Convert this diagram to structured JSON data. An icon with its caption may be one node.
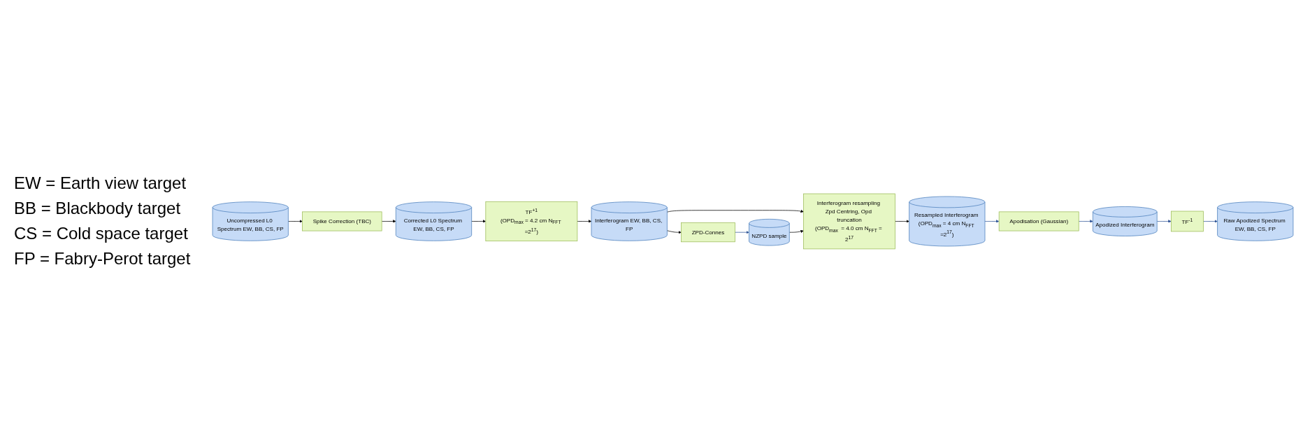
{
  "diagram": {
    "nodes": [
      {
        "text": [
          "Uncompressed L0 Spectrum EW, BB, CS, FP"
        ]
      },
      {
        "text": [
          "Spike Correction (TBC)"
        ]
      },
      {
        "text": [
          "Corrected L0 Spectrum EW, BB, CS, FP"
        ]
      },
      {
        "text": [
          "TF$^{+1}$",
          "(OPD$_{max}$ = 4.2 cm N$_{FFT}$ =2$^{17}$)"
        ]
      },
      {
        "text": [
          "Interferogram EW, BB, CS, FP"
        ]
      },
      {
        "text": [
          "ZPD-Connes"
        ]
      },
      {
        "text": [
          "NZPD sample"
        ]
      },
      {
        "text": [
          "Interferogram resampling Zpd Centring, Opd truncation",
          "(OPD$_{max}$  = 4.0 cm N$_{FFT}$ = 2$^{17}$"
        ]
      },
      {
        "text": [
          "Resampled Interferogram (OPD$_{max}$ = 4 cm N$_{FFT}$ =2$^{17}$)"
        ]
      },
      {
        "text": [
          "Apodisation (Gaussian)"
        ]
      },
      {
        "text": [
          "Apodized Interferogram"
        ]
      },
      {
        "text": [
          "TF$^{-1}$"
        ]
      },
      {
        "text": [
          "Raw Apodized Spectrum EW, BB, CS, FP"
        ]
      }
    ],
    "edges": [
      {
        "from": 0,
        "to": 1,
        "arrow": "to"
      },
      {
        "from": 1,
        "to": 2,
        "arrow": "to"
      },
      {
        "from": 2,
        "to": 3,
        "arrow": "to"
      },
      {
        "from": 3,
        "to": 4,
        "arrow": "to"
      },
      {
        "from": 4,
        "to": 5,
        "arrow": "to"
      },
      {
        "from": 4,
        "to": 7,
        "arrow": "to"
      },
      {
        "from": 5,
        "to": 6,
        "arrow": "to",
        "color": "#2f5597"
      },
      {
        "from": 6,
        "to": 7,
        "arrow": "to"
      },
      {
        "from": 7,
        "to": 8,
        "arrow": "to"
      },
      {
        "from": 8,
        "to": 9,
        "arrow": "to",
        "color": "#2f5597"
      },
      {
        "from": 9,
        "to": 10,
        "arrow": "to",
        "color": "#2f5597"
      },
      {
        "from": 10,
        "to": 11,
        "arrow": "to",
        "color": "#2f5597"
      },
      {
        "from": 11,
        "to": 12,
        "arrow": "to",
        "color": "#2f5597"
      }
    ],
    "labels": [
      "EW = Earth view target",
      "BB = Blackbody target",
      "CS = Cold space target",
      "FP = Fabry-Perot target"
    ]
  }
}
